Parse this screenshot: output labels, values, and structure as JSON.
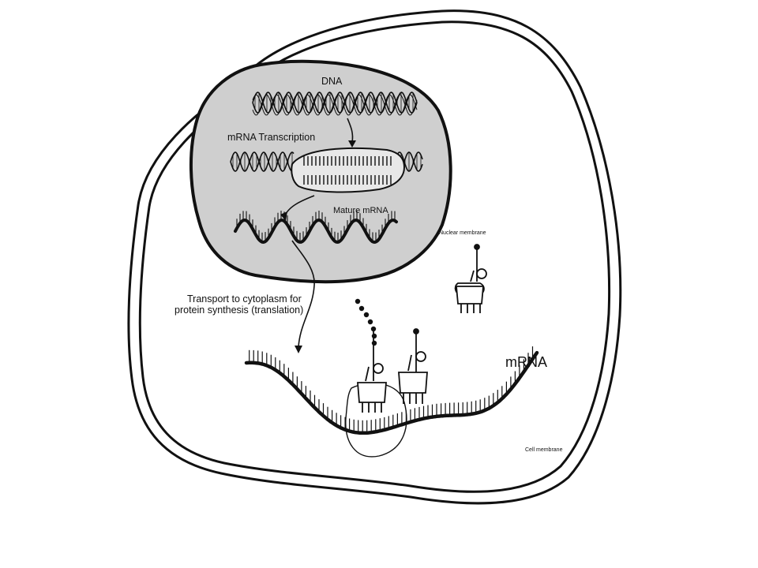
{
  "labels": {
    "dna": "DNA",
    "transcription": "mRNA Transcription",
    "mature_mrna": "Mature mRNA",
    "nuclear_membrane": "Nuclear membrane",
    "transport_line1": "Transport to cytoplasm for",
    "transport_line2": "protein synthesis (translation)",
    "mrna": "mRNA",
    "cell_membrane": "Cell membrane"
  },
  "colors": {
    "outline": "#111111",
    "nucleus_fill": "#cfcfcf",
    "background": "#ffffff"
  }
}
